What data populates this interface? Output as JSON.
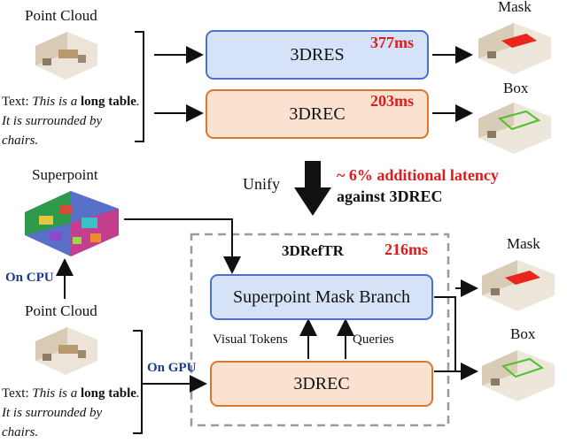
{
  "top": {
    "point_cloud_label": "Point Cloud",
    "text_prefix": "Text: ",
    "text_italic1": "This is a ",
    "text_bold1": "long table",
    "text_italic2": ". It is surrounded by chairs.",
    "dres_label": "3DRES",
    "dres_latency": "377ms",
    "drec_label": "3DREC",
    "drec_latency": "203ms",
    "mask_label": "Mask",
    "box_label": "Box"
  },
  "unify": {
    "label": "Unify",
    "latency_note_line1": "~ 6% additional latency",
    "latency_note_line2": "against 3DREC"
  },
  "bottom": {
    "superpoint_label": "Superpoint",
    "on_cpu": "On CPU",
    "point_cloud_label": "Point Cloud",
    "text_prefix": "Text: ",
    "text_italic1": "This is a ",
    "text_bold1": "long table",
    "text_italic2": ". It is surrounded by chairs.",
    "on_gpu": "On GPU",
    "model_title": "3DRefTR",
    "model_latency": "216ms",
    "mask_branch_label": "Superpoint Mask Branch",
    "visual_tokens": "Visual Tokens",
    "queries": "Queries",
    "drec_label": "3DREC",
    "mask_label": "Mask",
    "box_label": "Box"
  },
  "colors": {
    "blue_box_fill": "#d6e2f7",
    "blue_box_border": "#4a72c6",
    "orange_box_fill": "#fbe2d0",
    "orange_box_border": "#d9772c",
    "latency_red": "#e01b1b",
    "device_navy": "#1d3a8a",
    "mask_red": "#e8261c",
    "box_green": "#4fc12f"
  }
}
